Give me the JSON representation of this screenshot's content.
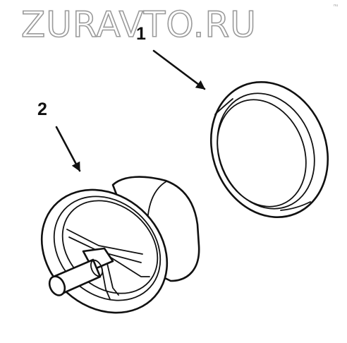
{
  "watermark": {
    "text": "ZURAVTO.RU"
  },
  "corner_mark": {
    "text": "nu"
  },
  "callouts": [
    {
      "number": "1"
    },
    {
      "number": "2"
    }
  ],
  "colors": {
    "line": "#111111",
    "watermark_outline": "#9a9a9a",
    "background": "#ffffff"
  }
}
